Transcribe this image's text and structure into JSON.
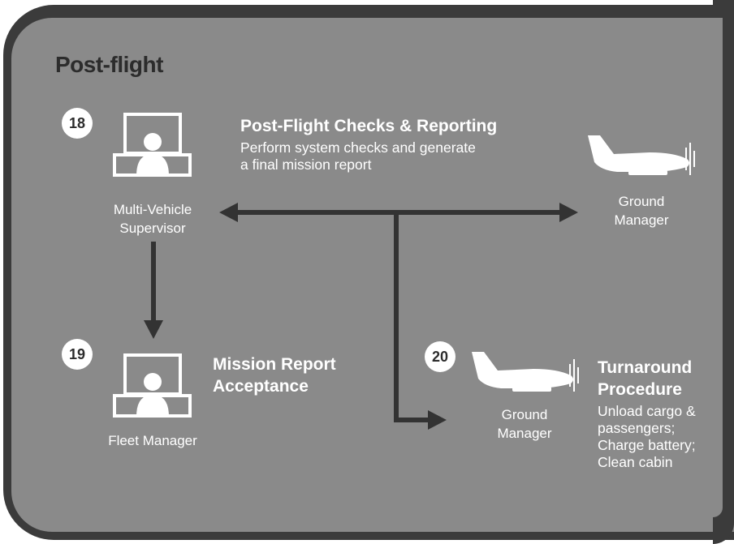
{
  "section_title": "Post-flight",
  "steps": [
    {
      "number": "18",
      "title": "Post-Flight Checks & Reporting",
      "description_lines": [
        "Perform system checks and generate",
        "a final mission report"
      ],
      "role_lines": [
        "Multi-Vehicle",
        "Supervisor"
      ]
    },
    {
      "number": "19",
      "title_lines": [
        "Mission Report",
        "Acceptance"
      ],
      "role": "Fleet Manager"
    },
    {
      "number": "20",
      "title_lines": [
        "Turnaround",
        "Procedure"
      ],
      "description_lines": [
        "Unload cargo &",
        "passengers;",
        "Charge battery;",
        "Clean cabin"
      ],
      "role_lines": [
        "Ground",
        "Manager"
      ]
    }
  ],
  "ground_manager_top_lines": [
    "Ground",
    "Manager"
  ],
  "colors": {
    "background_panel": "#8a8a8a",
    "border": "#3b3b3b",
    "arrow": "#333333",
    "icon": "#ffffff",
    "title_text": "#2c2c2c"
  },
  "icons": [
    "monitor-person-icon",
    "aircraft-icon"
  ]
}
